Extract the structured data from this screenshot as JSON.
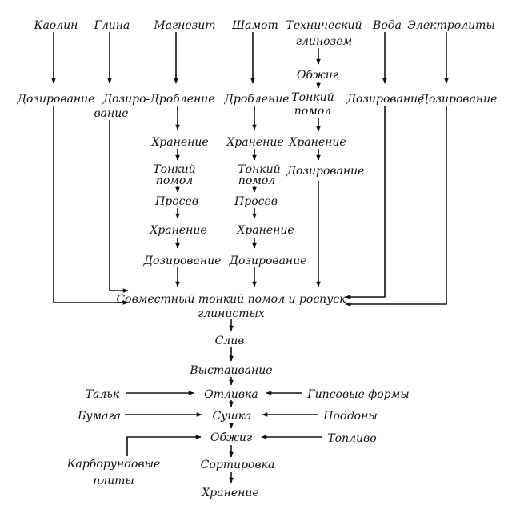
{
  "diagram": {
    "nodes": {
      "kaolin": "Каолин",
      "glina": "Глина",
      "magnezit": "Магнезит",
      "shamot": "Шамот",
      "tech_gl_1": "Технический",
      "tech_gl_2": "глинозем",
      "voda": "Вода",
      "elektrolity": "Электролиты",
      "dozir_kaolin": "Дозирование",
      "dozir_glina_1": "Дозиро-",
      "dozir_glina_2": "вание",
      "drob_magn": "Дробление",
      "drob_sham": "Дробление",
      "obzhig_gl": "Обжиг",
      "ton_pomol_gl_1": "Тонкий",
      "ton_pomol_gl_2": "помол",
      "dozir_voda": "Дозирование",
      "dozir_el": "Дозирование",
      "hran_magn_1": "Хранение",
      "hran_sham_1": "Хранение",
      "hran_gl": "Хранение",
      "ton_pomol_magn_1": "Тонкий",
      "ton_pomol_magn_2": "помол",
      "ton_pomol_sham_1": "Тонкий",
      "ton_pomol_sham_2": "помол",
      "dozir_gl": "Дозирование",
      "prosev_magn": "Просев",
      "prosev_sham": "Просев",
      "hran_magn_2": "Хранение",
      "hran_sham_2": "Хранение",
      "dozir_magn": "Дозирование",
      "dozir_sham": "Дозирование",
      "sovm_1": "Совместный тонкий помол и роспуск",
      "sovm_2": "глинистых",
      "sliv": "Слив",
      "vystaiv": "Выстаивание",
      "talk": "Тальк",
      "otlivka": "Отливка",
      "gips": "Гипсовые формы",
      "bumaga": "Бумага",
      "sushka": "Сушка",
      "poddony": "Поддоны",
      "obzhig_final": "Обжиг",
      "toplivo": "Топливо",
      "karb_1": "Карборундовые",
      "karb_2": "плиты",
      "sortirovka": "Сортировка",
      "hran_final": "Хранение"
    }
  }
}
